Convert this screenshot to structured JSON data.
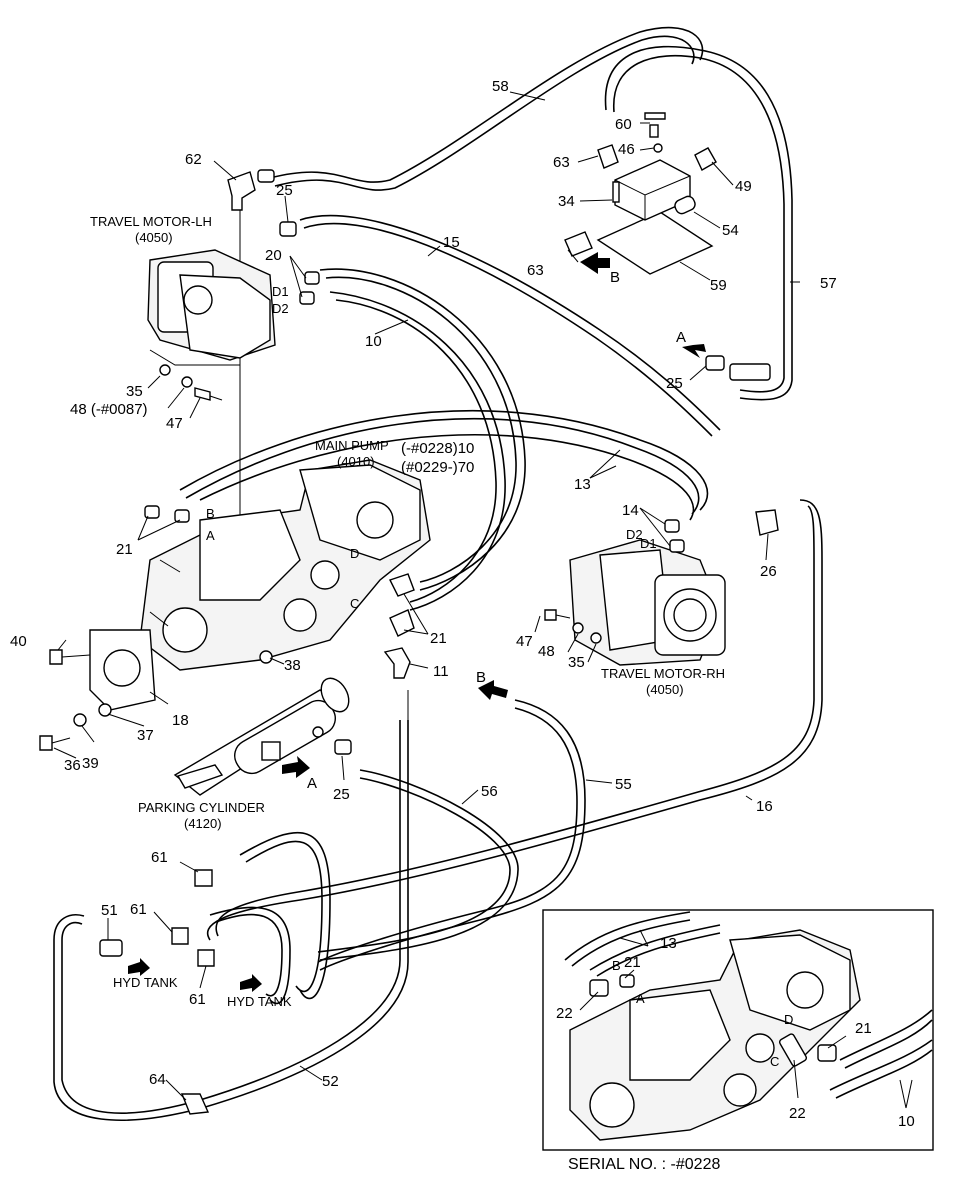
{
  "labels": {
    "n58": "58",
    "n62": "62",
    "n60": "60",
    "n46": "46",
    "n63a": "63",
    "n49": "49",
    "n25a": "25",
    "n34": "34",
    "n54": "54",
    "n15": "15",
    "n20": "20",
    "n63b": "63",
    "n59": "59",
    "n57": "57",
    "n10a": "10",
    "n25b": "25",
    "n35a": "35",
    "n47a": "47",
    "n13a": "13",
    "n14": "14",
    "n21a": "21",
    "n26": "26",
    "n40": "40",
    "n38": "38",
    "n21b": "21",
    "n11": "11",
    "n47b": "47",
    "n48b": "48",
    "n35b": "35",
    "n18": "18",
    "n37": "37",
    "n36": "36",
    "n39": "39",
    "n25c": "25",
    "n55": "55",
    "n56": "56",
    "n16": "16",
    "n61a": "61",
    "n51": "51",
    "n61b": "61",
    "n61c": "61",
    "n64": "64",
    "n52": "52",
    "n13b": "13",
    "n21c": "21",
    "n22a": "22",
    "n21d": "21",
    "n22b": "22",
    "n10b": "10",
    "n48a": "48 (-#0087)",
    "pump_range1": "(-#0228)10",
    "pump_range2": "(#0229-)70",
    "port_d1_lh": "D1",
    "port_d2_lh": "D2",
    "port_d2_rh": "D2",
    "port_d1_rh": "D1",
    "port_a": "A",
    "port_b": "B",
    "port_c": "C",
    "port_d": "D",
    "inset_port_b": "B",
    "inset_port_a": "A",
    "inset_port_c": "C",
    "inset_port_d": "D",
    "arrow_a1": "A",
    "arrow_b1": "B",
    "arrow_b2": "B",
    "arrow_a2": "A"
  },
  "captions": {
    "travel_motor_lh": "TRAVEL MOTOR-LH",
    "travel_motor_lh_code": "(4050)",
    "main_pump": "MAIN PUMP",
    "main_pump_code": "(4010)",
    "travel_motor_rh": "TRAVEL MOTOR-RH",
    "travel_motor_rh_code": "(4050)",
    "parking_cylinder": "PARKING CYLINDER",
    "parking_cylinder_code": "(4120)",
    "hyd_tank_1": "HYD TANK",
    "hyd_tank_2": "HYD TANK"
  },
  "serial": "SERIAL NO. : -#0228"
}
